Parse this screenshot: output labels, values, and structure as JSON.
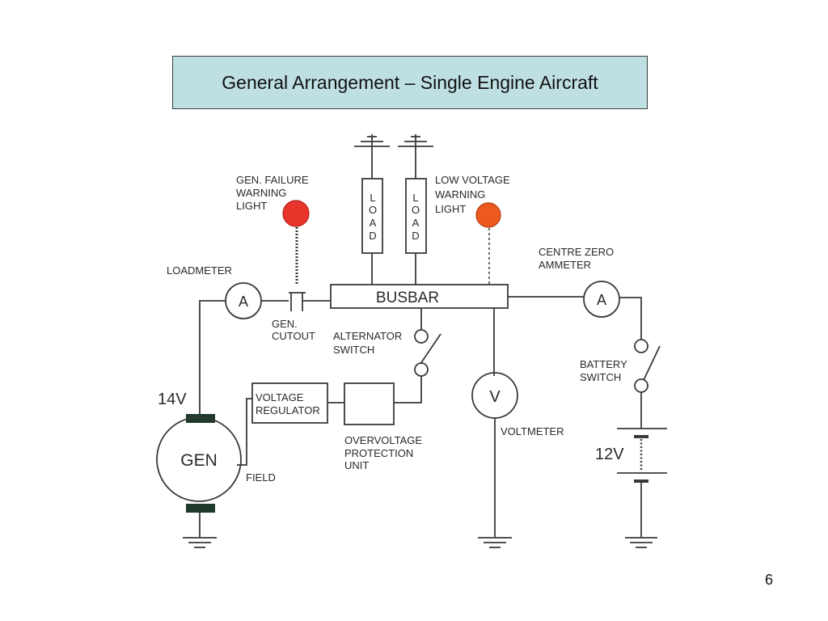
{
  "title": "General Arrangement – Single Engine Aircraft",
  "page_number": "6",
  "colors": {
    "title_bg": "#bfe0e3",
    "gen_failure_light": "#e8352c",
    "low_voltage_light": "#ec5a1e",
    "gen_terminal": "#1f3a2a"
  },
  "labels": {
    "gen_failure_warning_light": [
      "GEN.  FAILURE",
      "WARNING",
      "LIGHT"
    ],
    "low_voltage_warning_light": [
      "LOW VOLTAGE",
      "WARNING",
      "LIGHT"
    ],
    "load_1": [
      "L",
      "O",
      "A",
      "D"
    ],
    "load_2": [
      "L",
      "O",
      "A",
      "D"
    ],
    "centre_zero_ammeter": [
      "CENTRE ZERO",
      "AMMETER"
    ],
    "loadmeter": "LOADMETER",
    "loadmeter_symbol": "A",
    "ammeter_symbol": "A",
    "busbar": "BUSBAR",
    "gen_cutout": [
      "GEN.",
      "CUTOUT"
    ],
    "alternator_switch": [
      "ALTERNATOR",
      "SWITCH"
    ],
    "battery_switch": [
      "BATTERY",
      "SWITCH"
    ],
    "voltage_14v": "14V",
    "voltage_regulator": [
      "VOLTAGE",
      "REGULATOR"
    ],
    "overvoltage_protection_unit": [
      "OVERVOLTAGE",
      "PROTECTION",
      "UNIT"
    ],
    "voltmeter_symbol": "V",
    "voltmeter": "VOLTMETER",
    "battery_12v": "12V",
    "gen": "GEN",
    "field": "FIELD"
  }
}
